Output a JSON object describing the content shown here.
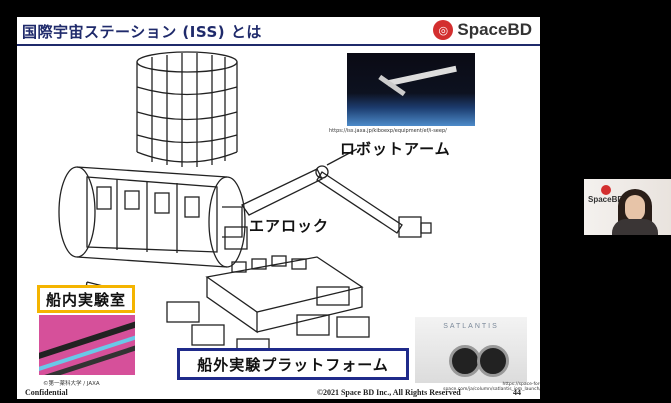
{
  "slide": {
    "title": "国際宇宙ステーション (ISS) とは",
    "logo_text": "SpaceBD",
    "top_photo_url": "https://iss.jaxa.jp/kiboexp/equipment/ef/i-seep/",
    "label_robot_arm": "ロボットアーム",
    "label_airlock": "エアロック",
    "label_jem": "船内実験室",
    "jem_photo_credit": "©第一薬科大学 / JAXA",
    "label_ef": "船外実験プラットフォーム",
    "satellite_brand": "SATLANTIS",
    "satellite_photo_url": "https://space-for-space.com/ja/column/satlantis_iom_launch/",
    "confidential": "Confidential",
    "copyright": "©2021 Space BD Inc., All Rights Reserved",
    "page_number": "44"
  },
  "webcam": {
    "logo_text": "SpaceBD"
  },
  "colors": {
    "title_navy": "#1f2a6b",
    "jem_box_border": "#f4b400",
    "ef_box_border": "#1f2a8a",
    "logo_red": "#d32f2f"
  }
}
